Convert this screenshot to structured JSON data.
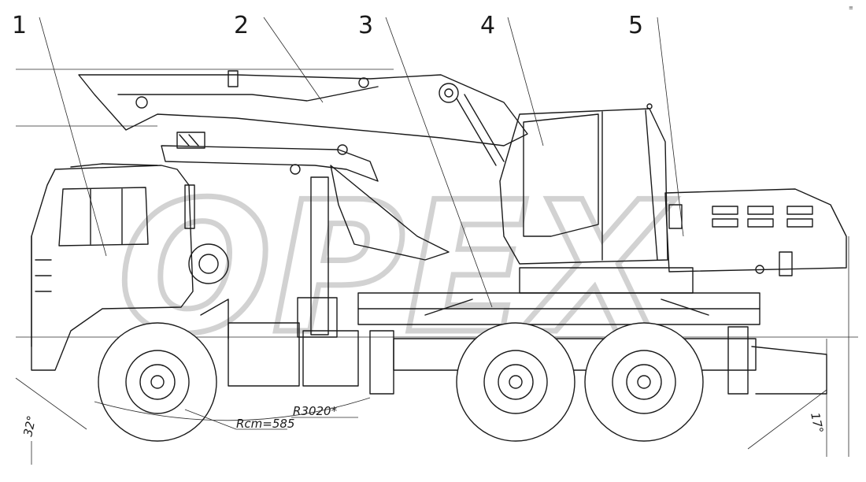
{
  "callouts": [
    {
      "label": "1"
    },
    {
      "label": "2"
    },
    {
      "label": "3"
    },
    {
      "label": "4"
    },
    {
      "label": "5"
    }
  ],
  "dimensions": {
    "angle_front": "32°",
    "angle_rear": "17°",
    "wheel_radius": "Rcm=585",
    "turn_radius": "R3020*"
  },
  "watermark": "OPEX",
  "corner_mark": "≡"
}
